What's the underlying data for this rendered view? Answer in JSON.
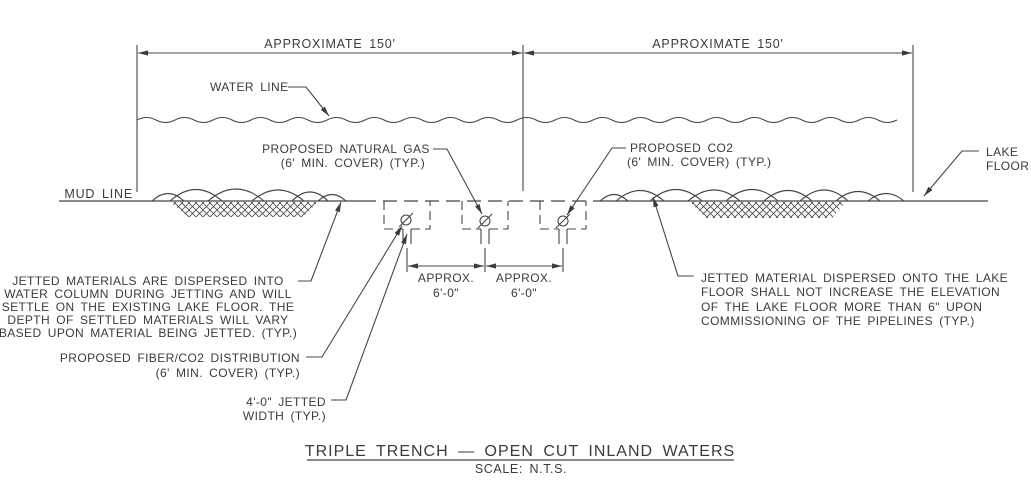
{
  "drawing": {
    "title": "TRIPLE TRENCH — OPEN CUT INLAND WATERS",
    "scale_note": "SCALE: N.T.S.",
    "colors": {
      "ink": "#454545",
      "text": "#3b3b3b",
      "background": "#ffffff"
    },
    "dimensions": {
      "left_span": "APPROXIMATE 150'",
      "right_span": "APPROXIMATE 150'",
      "trench_spacing_1": {
        "line1": "APPROX.",
        "line2": "6'-0\""
      },
      "trench_spacing_2": {
        "line1": "APPROX.",
        "line2": "6'-0\""
      }
    },
    "labels": {
      "water_line": "WATER LINE",
      "mud_line": "MUD LINE",
      "lake_floor": {
        "line1": "LAKE",
        "line2": "FLOOR"
      },
      "natural_gas": {
        "line1": "PROPOSED NATURAL GAS",
        "line2": "(6' MIN. COVER) (TYP.)"
      },
      "co2": {
        "line1": "PROPOSED CO2",
        "line2": "(6' MIN. COVER) (TYP.)"
      },
      "fiber_co2": {
        "line1": "PROPOSED FIBER/CO2 DISTRIBUTION",
        "line2": "(6' MIN. COVER) (TYP.)"
      },
      "jetted_width": {
        "line1": "4'-0\" JETTED",
        "line2": "WIDTH (TYP.)"
      }
    },
    "notes": {
      "left": {
        "lines": [
          "JETTED MATERIALS ARE DISPERSED INTO",
          "WATER COLUMN DURING JETTING AND WILL",
          "SETTLE ON THE EXISTING LAKE FLOOR.  THE",
          "DEPTH OF SETTLED MATERIALS WILL VARY",
          "BASED UPON MATERIAL BEING JETTED. (TYP.)"
        ]
      },
      "right": {
        "lines": [
          "JETTED MATERIAL DISPERSED ONTO THE LAKE",
          "FLOOR SHALL NOT INCREASE THE ELEVATION",
          "OF THE LAKE FLOOR MORE THAN 6\" UPON",
          "COMMISSIONING OF THE PIPELINES (TYP.)"
        ]
      }
    }
  }
}
